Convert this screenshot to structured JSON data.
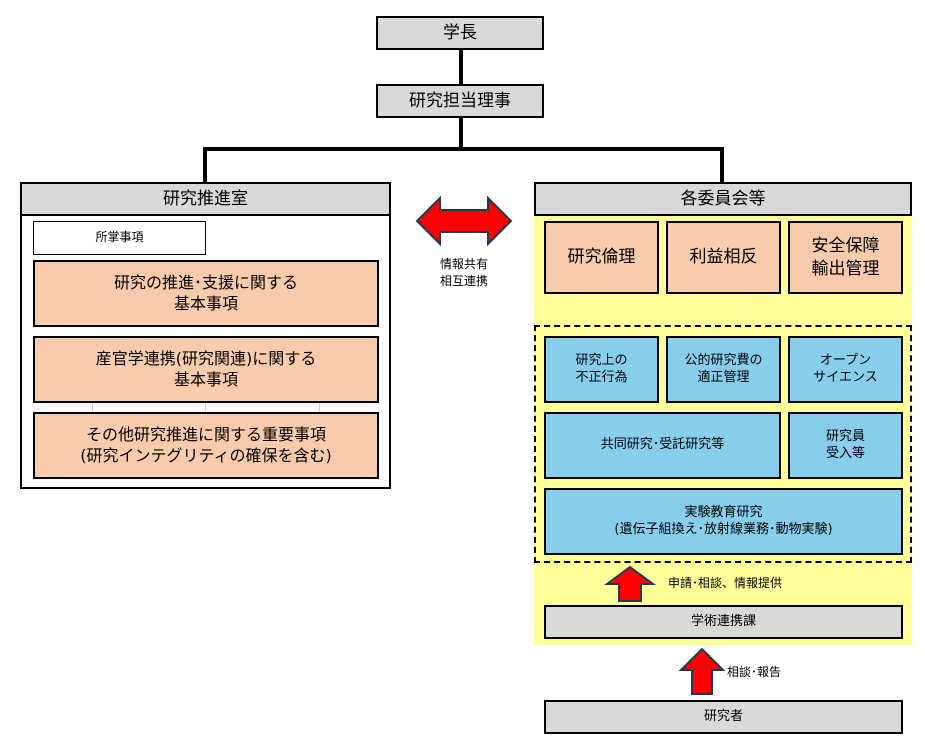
{
  "top": {
    "president": "学長",
    "research_director": "研究担当理事"
  },
  "left_panel": {
    "title": "研究推進室",
    "duties_label": "所掌事項",
    "items": [
      "研究の推進･支援に関する\n基本事項",
      "産官学連携(研究関連)に関する\n基本事項",
      "その他研究推進に関する重要事項\n(研究インテグリティの確保を含む)"
    ]
  },
  "middle": {
    "exchange_label": "情報共有\n相互連携"
  },
  "right_panel": {
    "title": "各委員会等",
    "committees": [
      "研究倫理",
      "利益相反",
      "安全保障\n輸出管理"
    ],
    "areas": {
      "misconduct": "研究上の\n不正行為",
      "public_funds": "公的研究費の\n適正管理",
      "open_science": "オープン\nサイエンス",
      "joint_research": "共同研究･受託研究等",
      "researcher_acceptance": "研究員\n受入等",
      "experiments": "実験教育研究\n(遺伝子組換え･放射線業務･動物実験)"
    },
    "flow_label_1": "申請･相談、情報提供",
    "academic_dept": "学術連携課",
    "flow_label_2": "相談･報告",
    "researcher": "研究者"
  },
  "colors": {
    "header_gray": "#d9d9d9",
    "salmon": "#f8cbad",
    "blue": "#87ceeb",
    "yellow": "#ffff99",
    "arrow_red": "#ff0000"
  }
}
